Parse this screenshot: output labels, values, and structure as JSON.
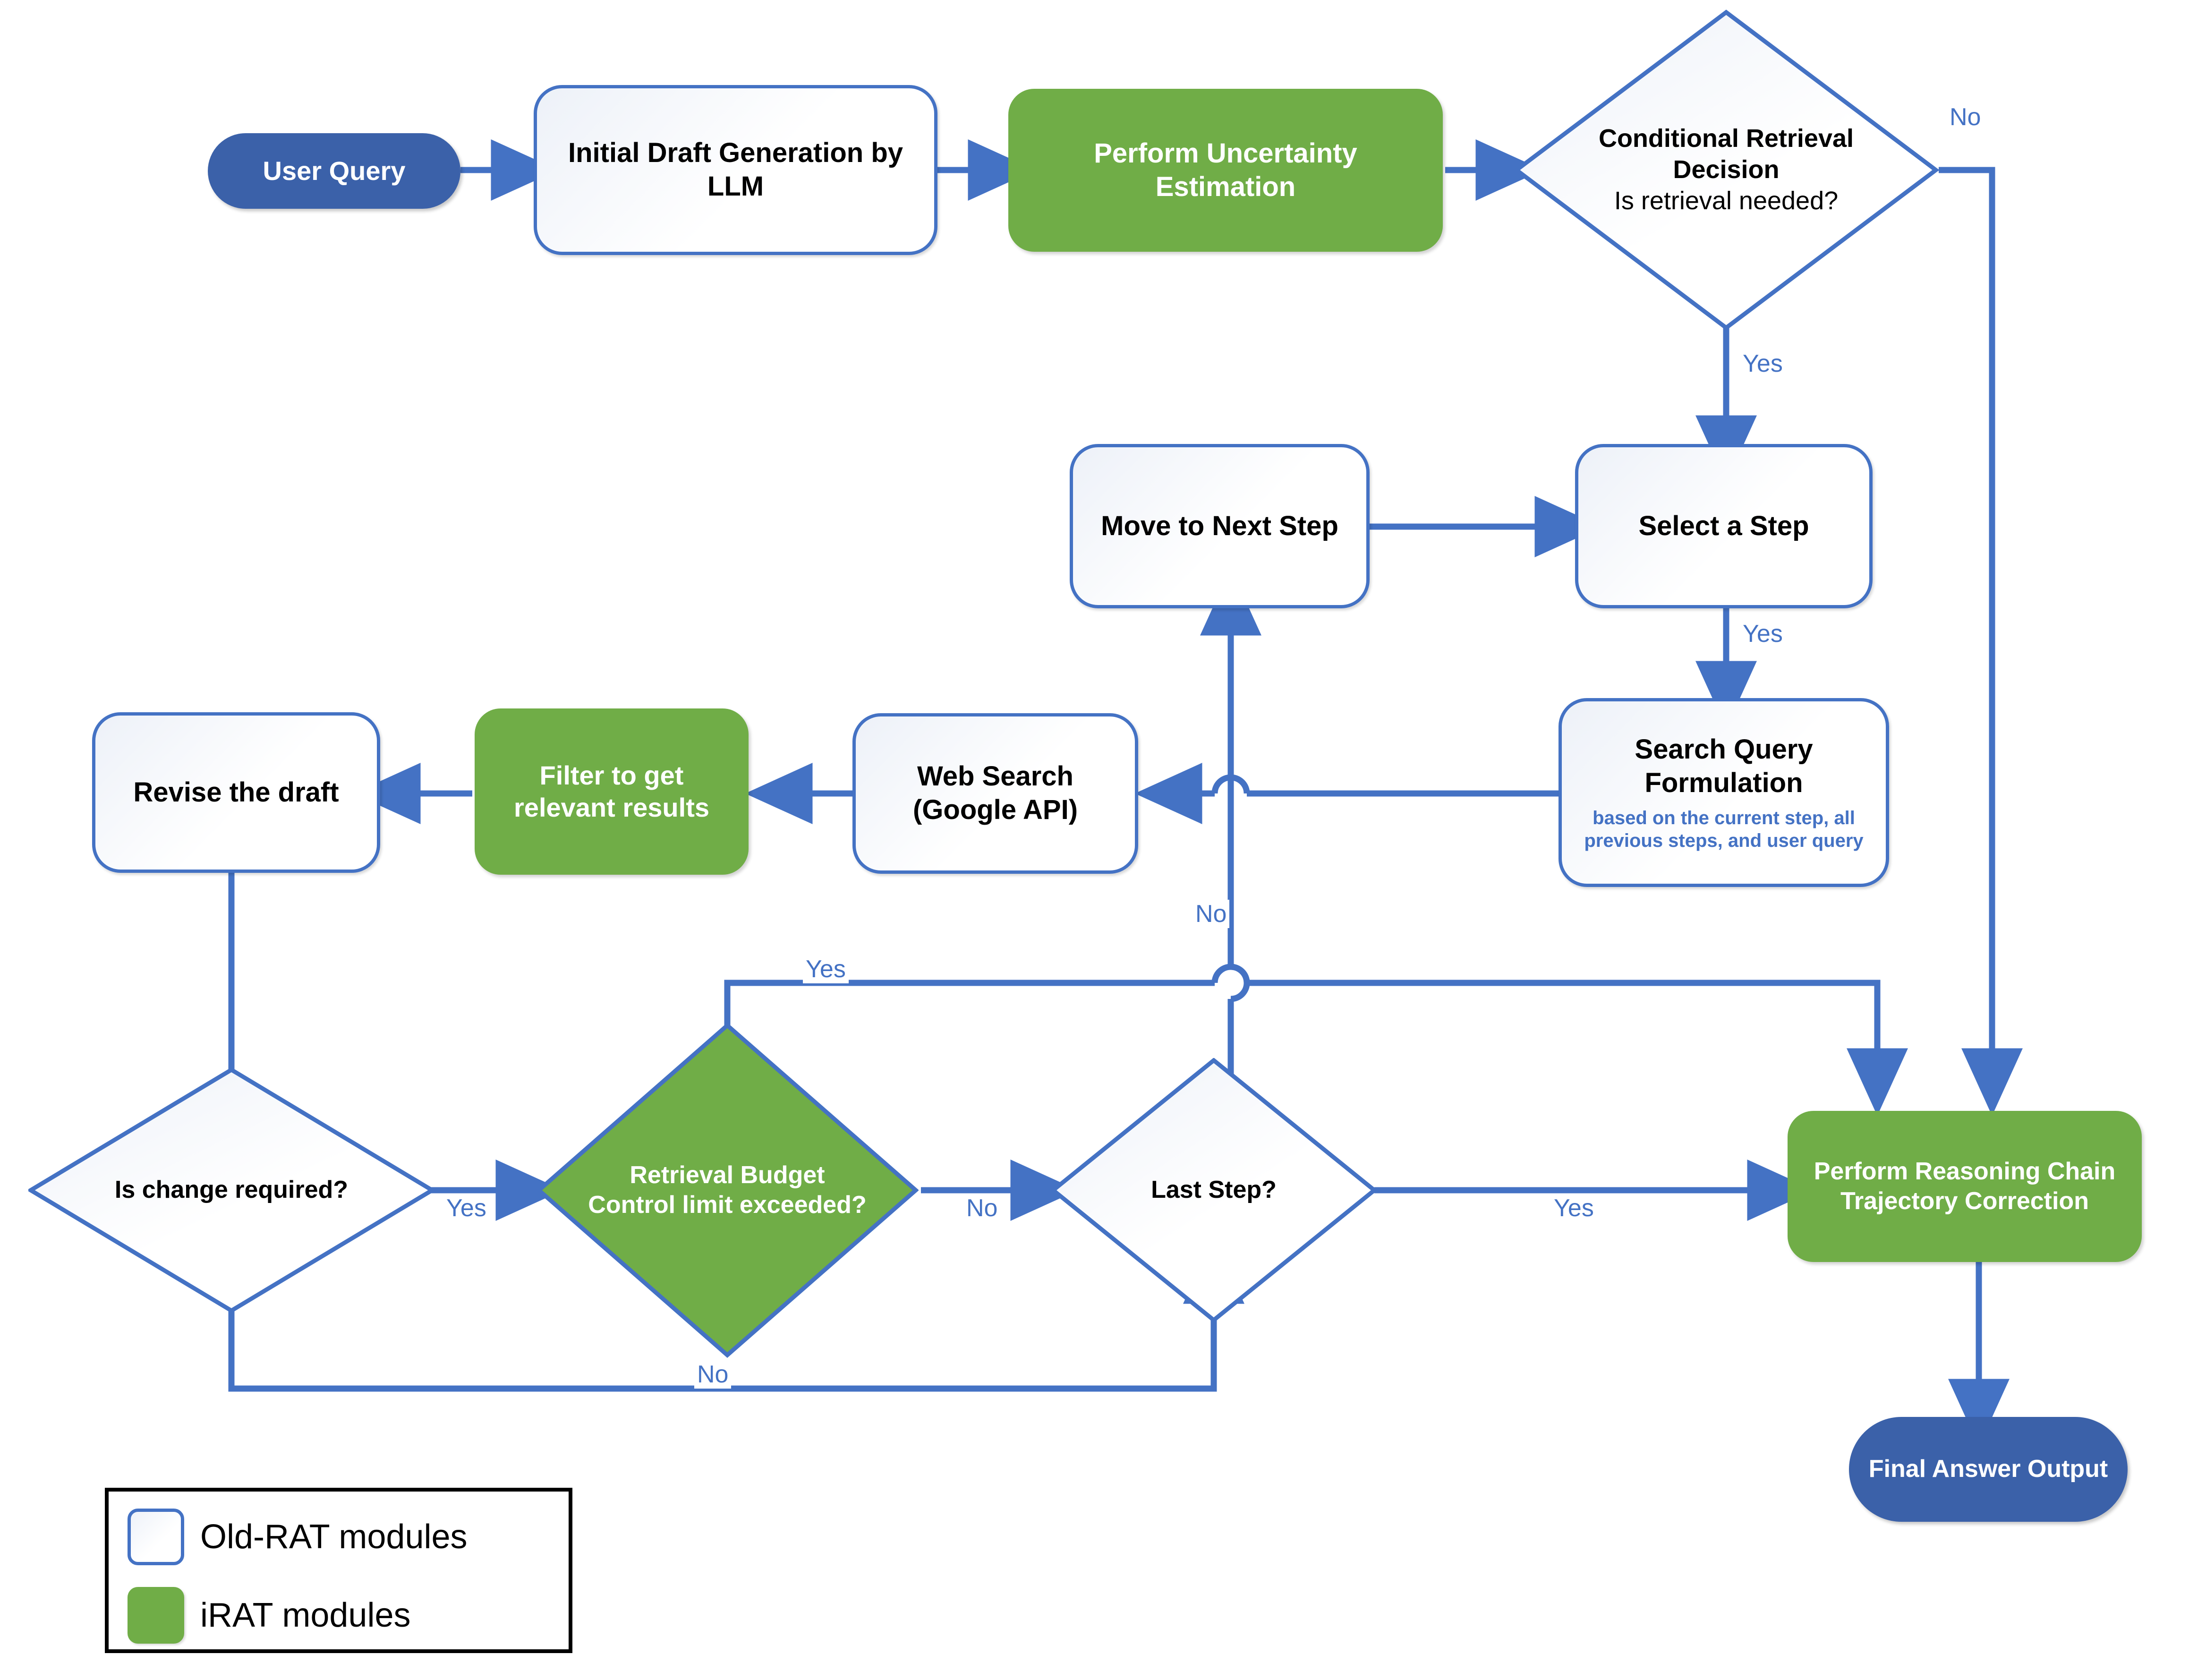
{
  "diagram": {
    "title": "iRAT retrieval augmented thoughts flowchart",
    "colors": {
      "accent_blue": "#4472C4",
      "terminator_blue": "#3B61A9",
      "irat_green": "#70AD47",
      "text_black": "#000000",
      "label_blue": "#4472C4"
    }
  },
  "nodes": {
    "user_query": {
      "label": "User Query",
      "shape": "terminator",
      "group": "blue"
    },
    "initial_draft": {
      "label": "Initial Draft Generation by LLM",
      "shape": "process",
      "group": "old-rat"
    },
    "uncertainty": {
      "label": "Perform Uncertainty Estimation",
      "shape": "process",
      "group": "irat"
    },
    "conditional_retrieval": {
      "label": "Conditional Retrieval Decision",
      "sublabel": "Is retrieval needed?",
      "shape": "decision",
      "group": "old-rat"
    },
    "move_next_step": {
      "label": "Move to Next Step",
      "shape": "process",
      "group": "old-rat"
    },
    "select_step": {
      "label": "Select a Step",
      "shape": "process",
      "group": "old-rat"
    },
    "search_query": {
      "label": "Search Query Formulation",
      "sublabel": "based on the current step, all previous steps, and user query",
      "shape": "process",
      "group": "old-rat"
    },
    "web_search": {
      "label": "Web Search (Google API)",
      "shape": "process",
      "group": "old-rat"
    },
    "filter_results": {
      "label": "Filter to get relevant results",
      "shape": "process",
      "group": "irat"
    },
    "revise_draft": {
      "label": "Revise the draft",
      "shape": "process",
      "group": "old-rat"
    },
    "is_change_required": {
      "label": "Is change required?",
      "shape": "decision",
      "group": "old-rat"
    },
    "retrieval_budget": {
      "label": "Retrieval Budget Control limit exceeded?",
      "shape": "decision",
      "group": "irat"
    },
    "last_step": {
      "label": "Last Step?",
      "shape": "decision",
      "group": "old-rat"
    },
    "trajectory_correction": {
      "label": "Perform Reasoning Chain Trajectory Correction",
      "shape": "process",
      "group": "irat"
    },
    "final_answer": {
      "label": "Final Answer Output",
      "shape": "terminator",
      "group": "blue"
    }
  },
  "edge_labels": {
    "retrieval_no": "No",
    "retrieval_yes": "Yes",
    "select_step_yes": "Yes",
    "last_step_no_up": "No",
    "budget_yes": "Yes",
    "change_required_yes": "Yes",
    "budget_no": "No",
    "change_required_no": "No",
    "last_step_yes": "Yes"
  },
  "legend": {
    "items": [
      {
        "swatch": "old-rat-swatch",
        "label": "Old-RAT modules"
      },
      {
        "swatch": "irat-swatch",
        "label": "iRAT modules"
      }
    ]
  }
}
